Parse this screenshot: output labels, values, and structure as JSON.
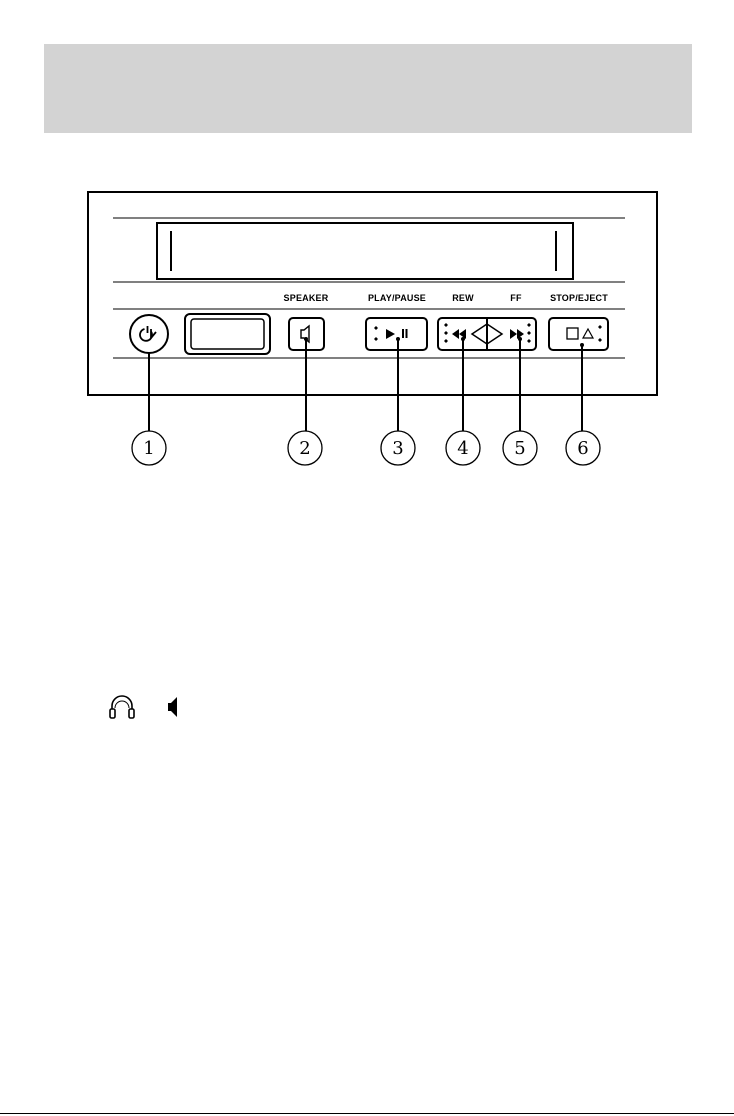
{
  "buttons": {
    "speaker_label": "SPEAKER",
    "play_pause_label": "PLAY/PAUSE",
    "rew_label": "REW",
    "ff_label": "FF",
    "stop_eject_label": "STOP/EJECT"
  },
  "callouts": [
    "1",
    "2",
    "3",
    "4",
    "5",
    "6"
  ],
  "legend": {
    "icons": [
      "headphones-icon",
      "speaker-icon"
    ]
  }
}
